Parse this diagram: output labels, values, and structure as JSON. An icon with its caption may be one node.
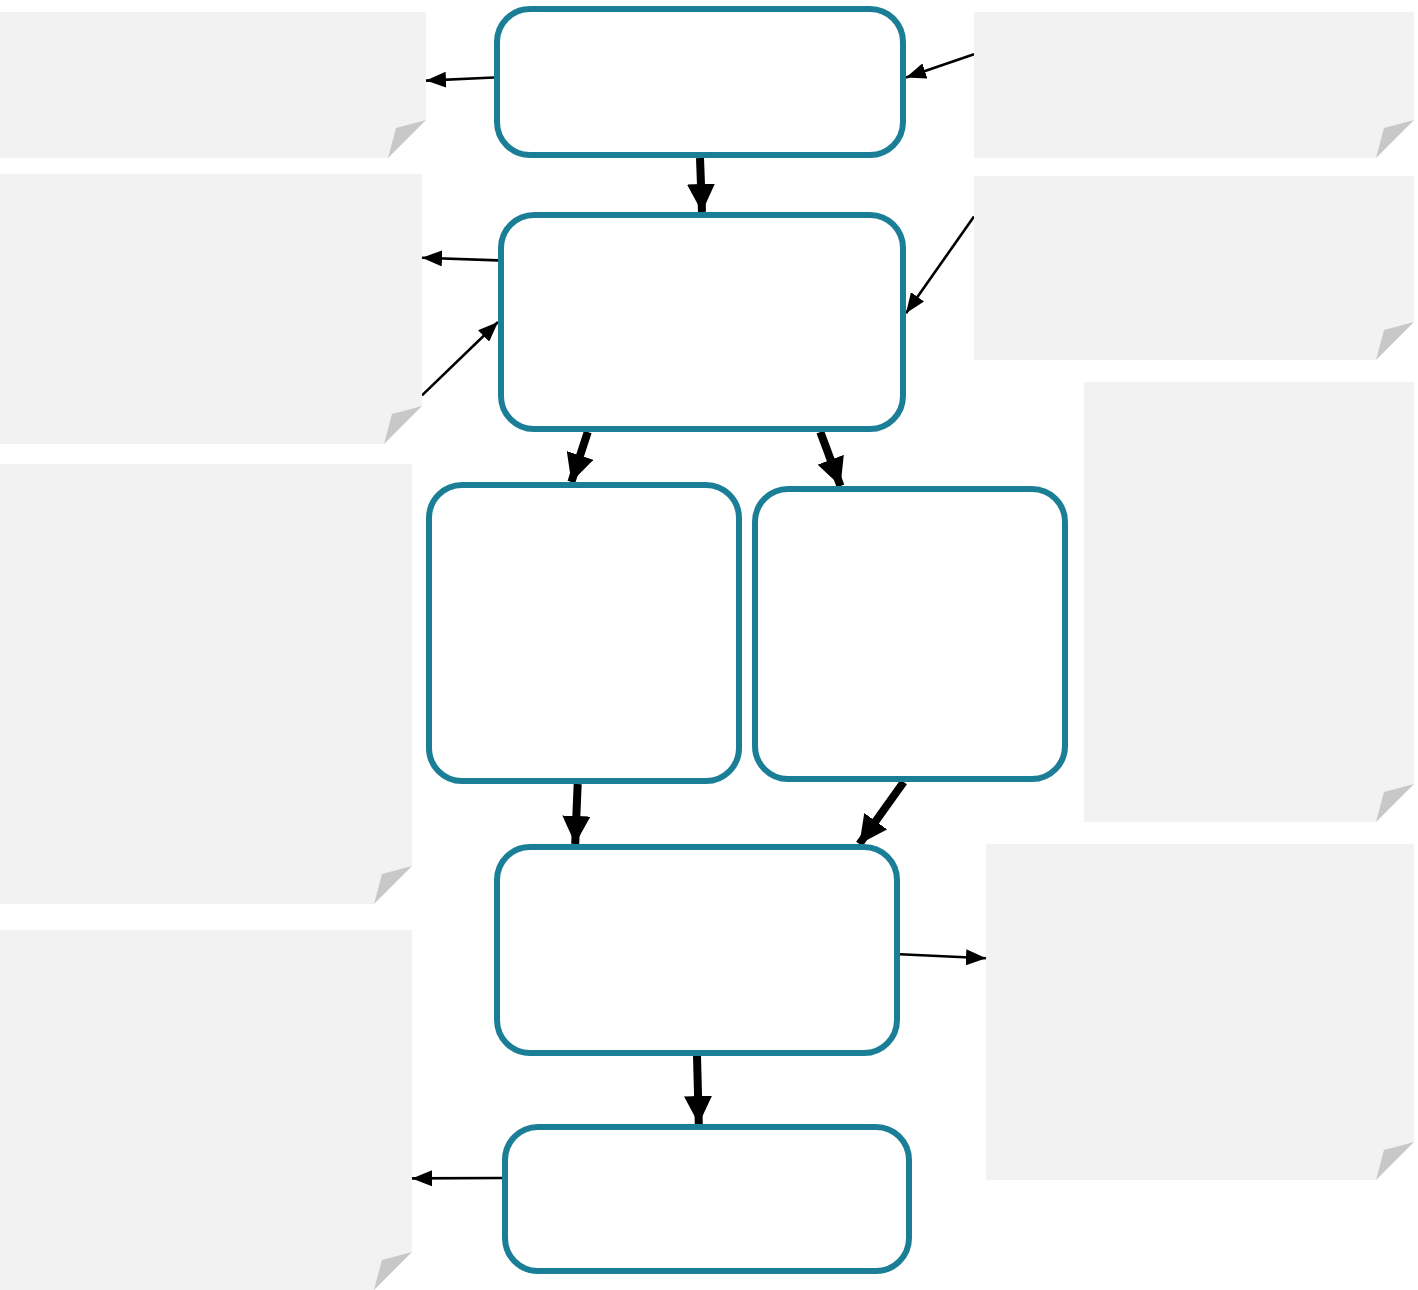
{
  "diagram": {
    "nodes": [
      {
        "text": [],
        "shape": "note"
      },
      {
        "text": [],
        "shape": "box"
      },
      {
        "text": [],
        "shape": "note"
      },
      {
        "text": [],
        "shape": "note"
      },
      {
        "text": [],
        "shape": "box"
      },
      {
        "text": [],
        "shape": "note"
      },
      {
        "text": [],
        "shape": "note"
      },
      {
        "text": [],
        "shape": "note"
      },
      {
        "text": [],
        "shape": "box"
      },
      {
        "text": [],
        "shape": "box"
      },
      {
        "text": [],
        "shape": "box"
      },
      {
        "text": [],
        "shape": "note"
      },
      {
        "text": [],
        "shape": "note"
      },
      {
        "text": [],
        "shape": "box"
      }
    ],
    "edges": [
      {
        "from": 1,
        "to": 0,
        "arrow": "to"
      },
      {
        "from": 2,
        "to": 1,
        "arrow": "to"
      },
      {
        "from": 1,
        "to": 4,
        "arrow": "to",
        "style": "thick"
      },
      {
        "from": 4,
        "to": 3,
        "arrow": "to"
      },
      {
        "from": 3,
        "to": 4,
        "arrow": "to"
      },
      {
        "from": 5,
        "to": 4,
        "arrow": "to"
      },
      {
        "from": 4,
        "to": 8,
        "arrow": "to",
        "style": "thick"
      },
      {
        "from": 4,
        "to": 9,
        "arrow": "to",
        "style": "thick"
      },
      {
        "from": 8,
        "to": 10,
        "arrow": "to",
        "style": "thick"
      },
      {
        "from": 9,
        "to": 10,
        "arrow": "to",
        "style": "thick"
      },
      {
        "from": 10,
        "to": 11,
        "arrow": "to"
      },
      {
        "from": 10,
        "to": 13,
        "arrow": "to",
        "style": "thick"
      },
      {
        "from": 13,
        "to": 12,
        "arrow": "to"
      }
    ]
  }
}
